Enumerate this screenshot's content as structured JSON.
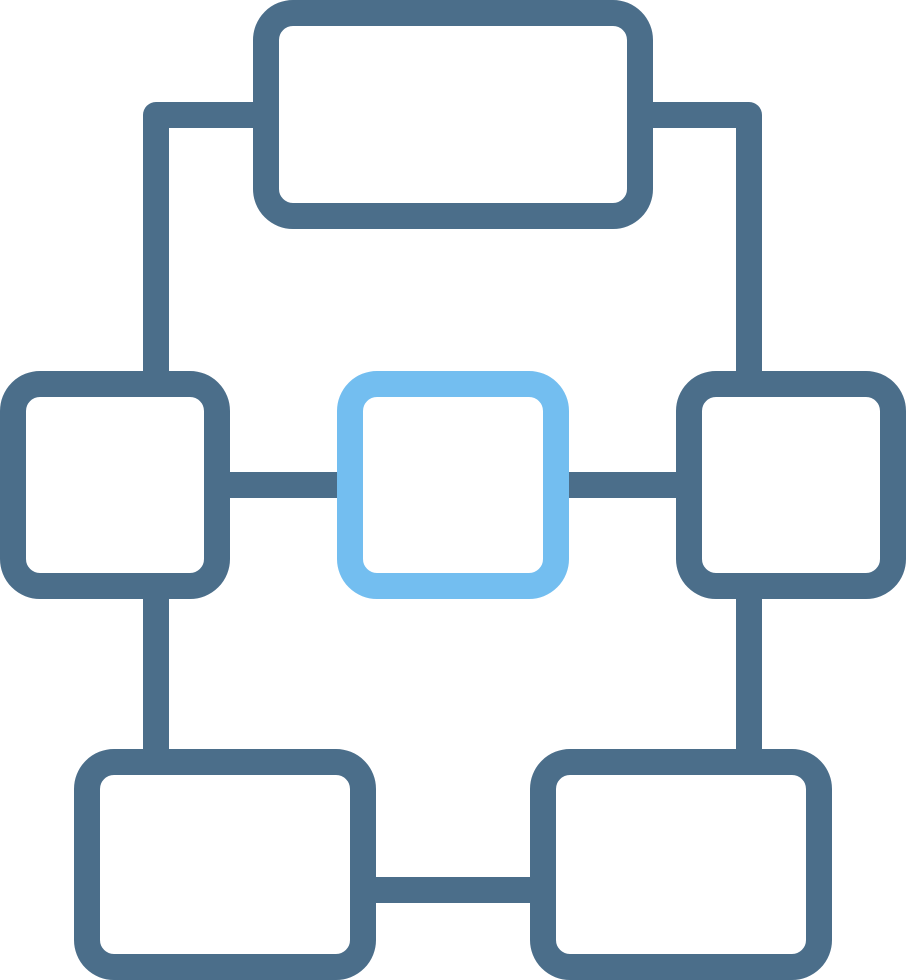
{
  "diagram": {
    "icon": "flowchart-structure-icon",
    "colors": {
      "primary": "#4b6e8a",
      "accent": "#73bef0",
      "background": "#ffffff"
    },
    "nodes": [
      {
        "id": "top",
        "color": "primary"
      },
      {
        "id": "middle-left",
        "color": "primary"
      },
      {
        "id": "middle-center",
        "color": "accent"
      },
      {
        "id": "middle-right",
        "color": "primary"
      },
      {
        "id": "bottom-left",
        "color": "primary"
      },
      {
        "id": "bottom-right",
        "color": "primary"
      }
    ],
    "connections": [
      {
        "from": "top",
        "to": "middle-left"
      },
      {
        "from": "top",
        "to": "middle-right"
      },
      {
        "from": "middle-left",
        "to": "middle-center"
      },
      {
        "from": "middle-center",
        "to": "middle-right"
      },
      {
        "from": "middle-left",
        "to": "bottom-left"
      },
      {
        "from": "middle-right",
        "to": "bottom-right"
      },
      {
        "from": "bottom-left",
        "to": "bottom-right"
      }
    ]
  }
}
